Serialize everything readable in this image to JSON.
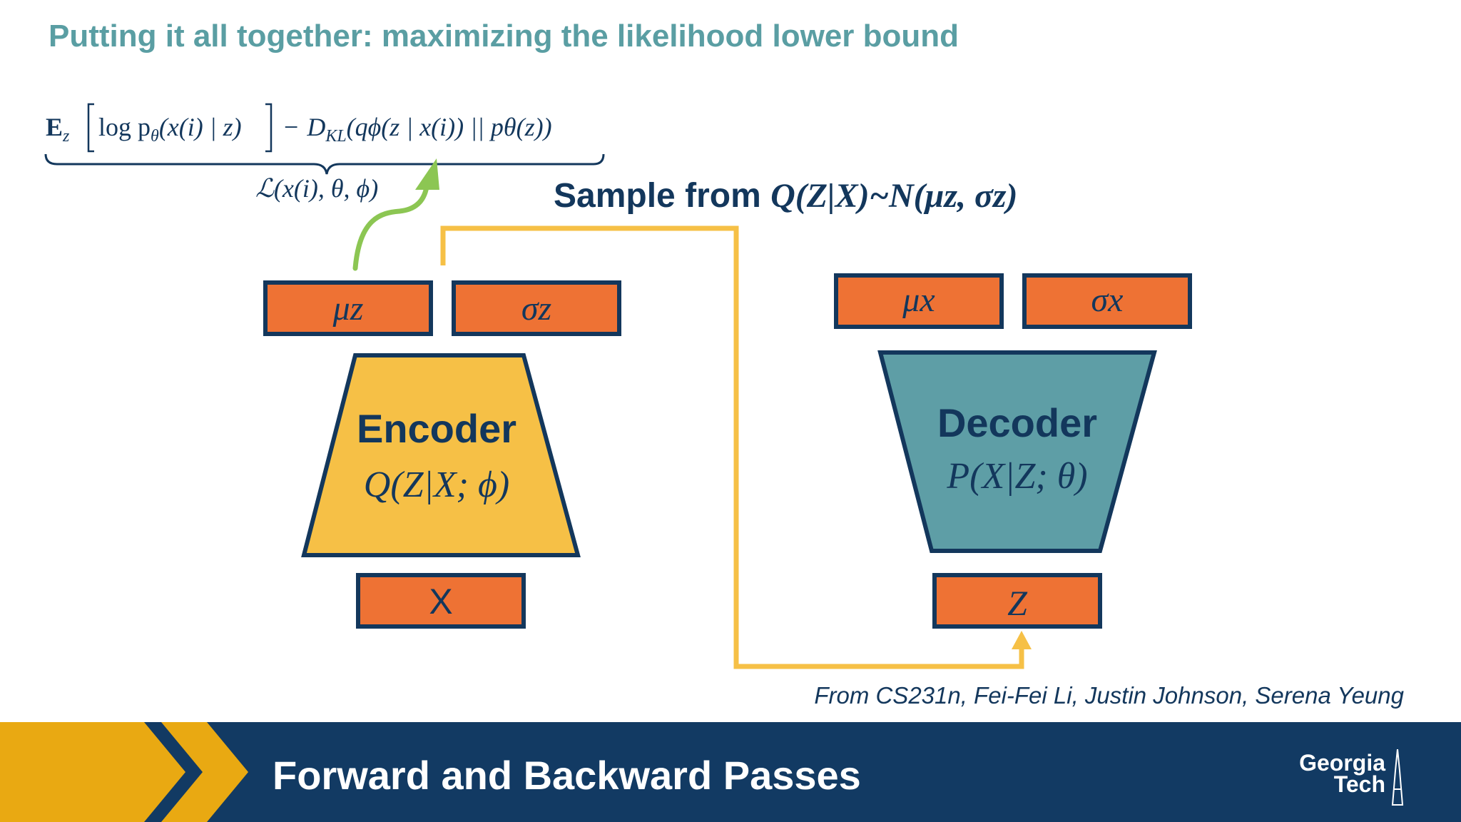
{
  "slide": {
    "title": "Putting it all together: maximizing the likelihood lower bound",
    "credit": "From CS231n, Fei-Fei Li, Justin Johnson, Serena Yeung"
  },
  "formula": {
    "expectation": "E",
    "expectation_sub": "z",
    "log_term": "log p",
    "theta_sub": "θ",
    "log_args": "(x(i) | z)",
    "minus": "−",
    "kl": "D",
    "kl_sub": "KL",
    "kl_args": "(qϕ(z | x(i)) || pθ(z))",
    "bound_label": "ℒ(x(i), θ, ϕ)"
  },
  "sample_label": {
    "prefix": "Sample from ",
    "expression": "Q(Z|X)~N(μz, σz)"
  },
  "encoder": {
    "title": "Encoder",
    "expression": "Q(Z|X; ϕ)",
    "output_mu": "μz",
    "output_sigma": "σz",
    "input": "X"
  },
  "decoder": {
    "title": "Decoder",
    "expression": "P(X|Z; θ)",
    "output_mu": "μx",
    "output_sigma": "σx",
    "input": "Z"
  },
  "footer": {
    "title": "Forward and Backward Passes",
    "logo_top": "Georgia",
    "logo_bottom": "Tech"
  },
  "colors": {
    "title_teal": "#5a9ea3",
    "navy": "#13375c",
    "orange_box": "#ee7234",
    "encoder_fill": "#f6c046",
    "decoder_fill": "#5e9ea6",
    "arrow_yellow": "#f6c046",
    "arrow_green": "#8cc653",
    "footer_bg": "#123a63",
    "footer_gold": "#e9a912"
  }
}
